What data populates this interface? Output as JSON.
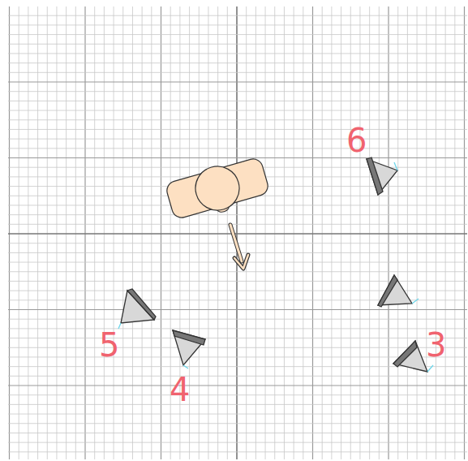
{
  "diagram": {
    "labels": [
      "6",
      "5",
      "4",
      "3"
    ]
  }
}
